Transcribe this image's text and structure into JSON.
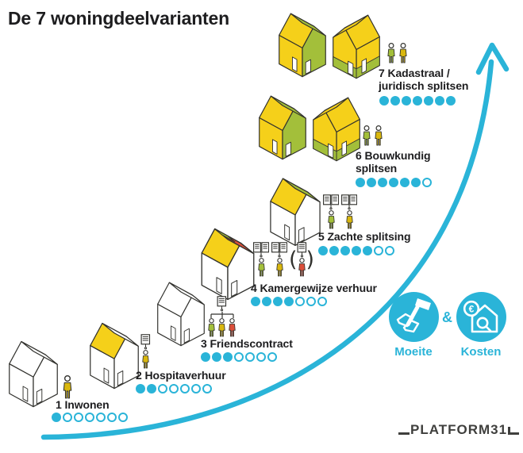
{
  "title": "De 7 woningdeelvarianten",
  "colors": {
    "cyan": "#2ab4d8",
    "yellow": "#f5d01a",
    "gold": "#d9b70e",
    "green": "#a3bf3a",
    "red": "#dc4f3a",
    "white": "#ffffff",
    "ink": "#1d1d1f",
    "outline": "#32322e",
    "logo": "#3f3f3d"
  },
  "dots_total": 7,
  "variants": [
    {
      "label": "1 Inwonen",
      "dots_filled": 1,
      "houses": [
        {
          "scheme": {
            "roofMain": "white",
            "roofSide": "white",
            "gable": "white",
            "wallL": "white"
          }
        }
      ],
      "people": [
        {
          "doc": 0,
          "person": "gold"
        }
      ]
    },
    {
      "label": "2 Hospitaverhuur",
      "dots_filled": 2,
      "houses": [
        {
          "scheme": {
            "roofMain": "yellow",
            "roofSide": "white",
            "gable": "white",
            "wallL": "white"
          }
        }
      ],
      "people": [
        {
          "doc": 1,
          "person": "gold"
        }
      ]
    },
    {
      "label": "3 Friendscontract",
      "dots_filled": 3,
      "houses": [
        {
          "scheme": {
            "roofMain": "white",
            "roofSide": "white",
            "gable": "white",
            "wallL": "white"
          }
        }
      ],
      "people_branch": {
        "doc": 1,
        "persons": [
          "green",
          "gold",
          "red"
        ]
      }
    },
    {
      "label": "4 Kamergewijze verhuur",
      "dots_filled": 4,
      "houses": [
        {
          "scheme": {
            "roofMain": "yellow",
            "roofSide": "red",
            "gable": "white",
            "wallL": "white"
          },
          "overlay": "ridge"
        }
      ],
      "people": [
        {
          "doc": 2,
          "person": "green"
        },
        {
          "doc": 2,
          "person": "gold"
        },
        {
          "doc": 1,
          "person": "red",
          "parens": true
        }
      ]
    },
    {
      "label": "5 Zachte splitsing",
      "dots_filled": 5,
      "houses": [
        {
          "scheme": {
            "roofMain": "yellow",
            "roofSide": "green",
            "gable": "white",
            "wallL": "white"
          }
        }
      ],
      "people": [
        {
          "doc": 2,
          "person": "green"
        },
        {
          "doc": 2,
          "person": "gold"
        }
      ]
    },
    {
      "label": "6 Bouwkundig\nsplitsen",
      "dots_filled": 6,
      "houses": [
        {
          "scheme": {
            "roofMain": "yellow",
            "roofSide": "green",
            "gable": "green",
            "wallL": "yellow"
          }
        },
        {
          "scheme": {
            "roofMain": "yellow",
            "roofSide": "yellow",
            "gable": "yellow",
            "wallL": "yellow"
          },
          "overlay": "base",
          "flip": true
        }
      ],
      "people": [
        {
          "doc": 0,
          "person": "green"
        },
        {
          "doc": 0,
          "person": "gold"
        }
      ]
    },
    {
      "label": "7 Kadastraal /\njuridisch splitsen",
      "dots_filled": 7,
      "houses": [
        {
          "scheme": {
            "roofMain": "yellow",
            "roofSide": "green",
            "gable": "green",
            "wallL": "yellow"
          }
        },
        {
          "scheme": {
            "roofMain": "yellow",
            "roofSide": "yellow",
            "gable": "yellow",
            "wallL": "yellow"
          },
          "overlay": "base",
          "flip": true
        }
      ],
      "people": [
        {
          "doc": 0,
          "person": "green"
        },
        {
          "doc": 0,
          "person": "gold"
        }
      ]
    }
  ],
  "legend": {
    "separator": "&",
    "items": [
      {
        "label": "Moeite",
        "icon": "handshake-hammer-icon"
      },
      {
        "label": "Kosten",
        "icon": "house-euro-icon"
      }
    ]
  },
  "logo": {
    "text": "PLATFORM31"
  }
}
